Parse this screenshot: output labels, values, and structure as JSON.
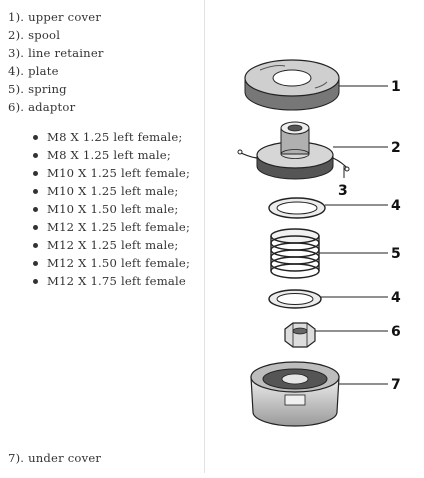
{
  "parts": [
    "1). upper cover",
    "2). spool",
    "3). line retainer",
    "4). plate",
    "5). spring",
    "6). adaptor"
  ],
  "thread_options": [
    "M8 X 1.25 left female;",
    "M8 X 1.25 left male;",
    "M10 X 1.25 left female;",
    "M10 X 1.25 left male;",
    "M10 X 1.50 left male;",
    "M12 X 1.25 left female;",
    "M12 X 1.25 left male;",
    "M12 X 1.50 left female;",
    "M12 X 1.75 left female"
  ],
  "last_part": "7). under cover",
  "callouts": [
    "1",
    "2",
    "3",
    "4",
    "5",
    "4",
    "6",
    "7"
  ]
}
